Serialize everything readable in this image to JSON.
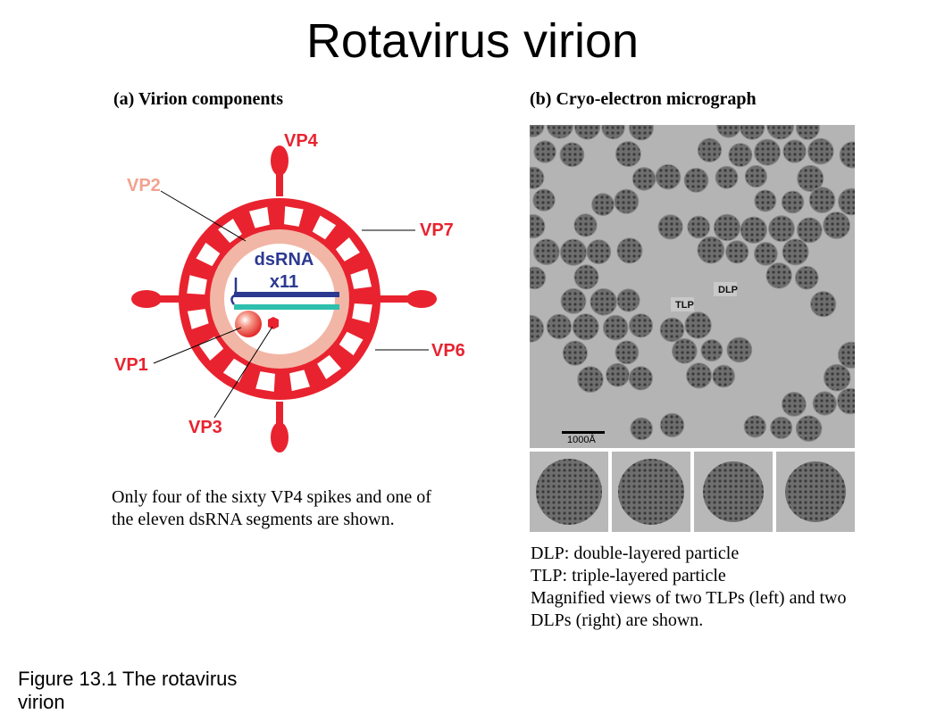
{
  "slide": {
    "title": "Rotavirus virion",
    "caption_lines": [
      "Figure 13.1 The rotavirus",
      "virion"
    ]
  },
  "panel_a": {
    "heading": "(a) Virion components",
    "labels": {
      "vp4": "VP4",
      "vp2": "VP2",
      "vp7": "VP7",
      "vp6": "VP6",
      "vp1": "VP1",
      "vp3": "VP3",
      "dsrna": "dsRNA",
      "x11": "x11"
    },
    "note_lines": [
      "Only four of the sixty VP4 spikes and one of",
      "the eleven dsRNA segments are shown."
    ],
    "colors": {
      "capsid_red": "#e8232f",
      "vp2_pink": "#f2b6a6",
      "rna_blue": "#2b3990",
      "rna_teal": "#2ebfad",
      "vp2_label": "#f2a28f"
    }
  },
  "panel_b": {
    "heading": "(b) Cryo-electron micrograph",
    "micrograph_labels": {
      "dlp": "DLP",
      "tlp": "TLP",
      "scale": "1000Å"
    },
    "legend_lines": [
      "DLP: double-layered particle",
      "TLP: triple-layered particle",
      "Magnified views of two TLPs (left) and two",
      "DLPs (right) are shown."
    ]
  }
}
